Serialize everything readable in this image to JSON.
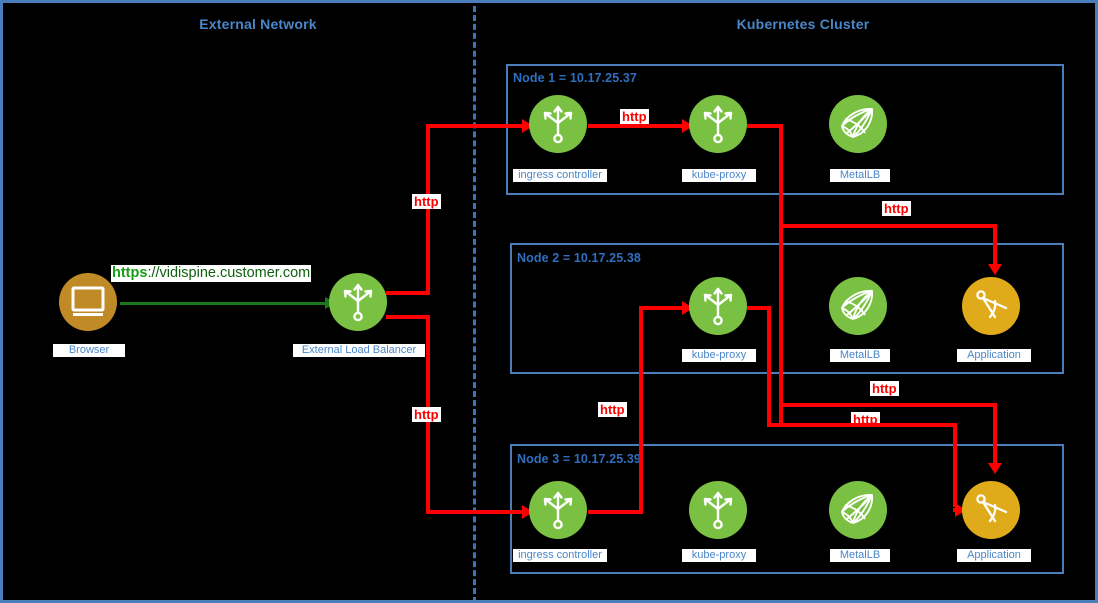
{
  "zones": {
    "external": {
      "title": "External Network"
    },
    "cluster": {
      "title": "Kubernetes Cluster"
    }
  },
  "nodes": [
    {
      "label": "Node 1 = 10.17.25.37"
    },
    {
      "label": "Node 2 = 10.17.25.38"
    },
    {
      "label": "Node 3 = 10.17.25.39"
    }
  ],
  "external_items": {
    "browser": {
      "caption": "Browser",
      "icon": "monitor-icon",
      "color": "#C08A26"
    },
    "load_balancer": {
      "caption": "External Load Balancer",
      "icon": "load-balancer-icon",
      "color": "#7AC143"
    }
  },
  "url": {
    "scheme": "https",
    "rest": "://vidispine.customer.com"
  },
  "node1_items": [
    {
      "caption": "ingress controller",
      "icon": "load-balancer-icon",
      "color": "#7AC143"
    },
    {
      "caption": "kube-proxy",
      "icon": "load-balancer-icon",
      "color": "#7AC143"
    },
    {
      "caption": "MetalLB",
      "icon": "mesh-net-icon",
      "color": "#7AC143"
    }
  ],
  "node2_items": [
    {
      "caption": "kube-proxy",
      "icon": "load-balancer-icon",
      "color": "#7AC143"
    },
    {
      "caption": "MetalLB",
      "icon": "mesh-net-icon",
      "color": "#7AC143"
    },
    {
      "caption": "Application",
      "icon": "compass-icon",
      "color": "#E0AB1B"
    }
  ],
  "node3_items": [
    {
      "caption": "ingress controller",
      "icon": "load-balancer-icon",
      "color": "#7AC143"
    },
    {
      "caption": "kube-proxy",
      "icon": "load-balancer-icon",
      "color": "#7AC143"
    },
    {
      "caption": "MetalLB",
      "icon": "mesh-net-icon",
      "color": "#7AC143"
    },
    {
      "caption": "Application",
      "icon": "compass-icon",
      "color": "#E0AB1B"
    }
  ],
  "traffic_labels": [
    {
      "id": "lb-up",
      "text": "http"
    },
    {
      "id": "lb-down",
      "text": "http"
    },
    {
      "id": "n1-ingress-to-proxy",
      "text": "http"
    },
    {
      "id": "n1-proxy-to-n2-app",
      "text": "http"
    },
    {
      "id": "n3-ingress-to-n2-proxy",
      "text": "http"
    },
    {
      "id": "n2-proxy-to-n3-app",
      "text": "http"
    },
    {
      "id": "n1-proxy-to-n3-app",
      "text": "http"
    }
  ],
  "colors": {
    "frame_blue": "#4A7EBB",
    "title_blue": "#4A86C8",
    "node_green": "#7AC143",
    "app_amber": "#E0AB1B",
    "browser_brown": "#C08A26",
    "traffic_red": "#FF0000",
    "secure_green": "#17A017",
    "background": "#000000"
  }
}
